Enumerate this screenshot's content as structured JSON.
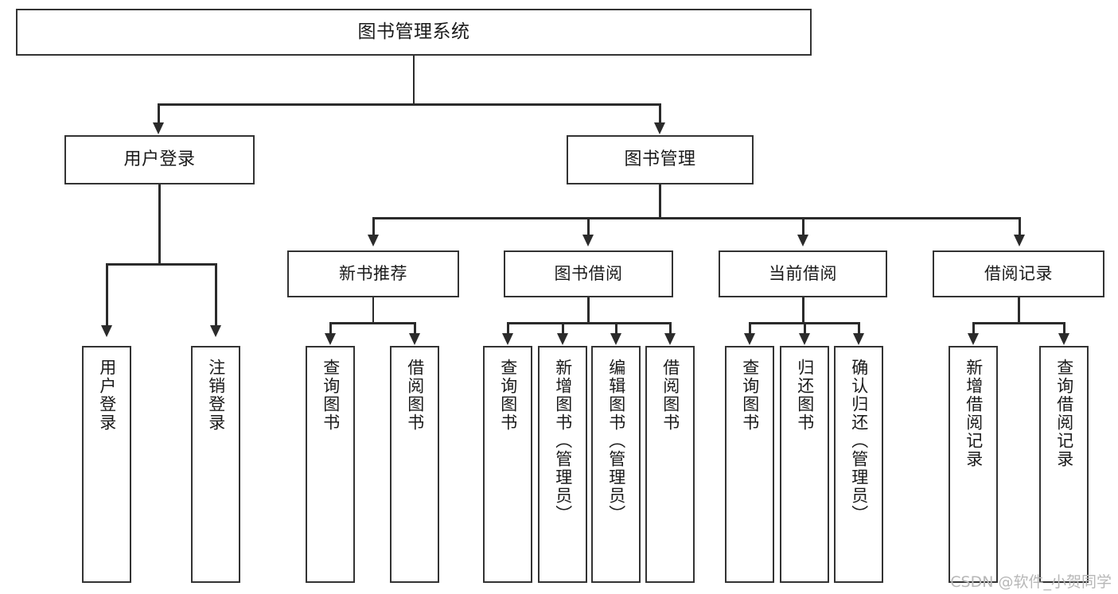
{
  "diagram": {
    "title": "图书管理系统",
    "type": "hierarchy-tree",
    "watermark": "CSDN @软件_小贺同学",
    "colors": {
      "box_border": "#333333",
      "box_fill": "#ffffff",
      "connector": "#2b2b2b",
      "text": "#1a1a1a",
      "watermark": "#b7b7b7"
    },
    "root": {
      "label": "图书管理系统"
    },
    "level2": [
      {
        "id": "user-login",
        "label": "用户登录"
      },
      {
        "id": "book-manage",
        "label": "图书管理"
      }
    ],
    "level3": [
      {
        "id": "new-book-recommend",
        "label": "新书推荐"
      },
      {
        "id": "book-borrow",
        "label": "图书借阅"
      },
      {
        "id": "current-borrow",
        "label": "当前借阅"
      },
      {
        "id": "borrow-record",
        "label": "借阅记录"
      }
    ],
    "leaves": [
      {
        "id": "leaf-user-login",
        "label": "用户登录",
        "group": "user-login"
      },
      {
        "id": "leaf-user-logout",
        "label": "注销登录",
        "group": "user-login"
      },
      {
        "id": "leaf-query-book-1",
        "label": "查询图书",
        "group": "new-book-recommend"
      },
      {
        "id": "leaf-borrow-book-1",
        "label": "借阅图书",
        "group": "new-book-recommend"
      },
      {
        "id": "leaf-query-book-2",
        "label": "查询图书",
        "group": "book-borrow"
      },
      {
        "id": "leaf-add-book",
        "label": "新增图书（管理员）",
        "group": "book-borrow"
      },
      {
        "id": "leaf-edit-book",
        "label": "编辑图书（管理员）",
        "group": "book-borrow"
      },
      {
        "id": "leaf-borrow-book-2",
        "label": "借阅图书",
        "group": "book-borrow"
      },
      {
        "id": "leaf-query-book-3",
        "label": "查询图书",
        "group": "current-borrow"
      },
      {
        "id": "leaf-return-book",
        "label": "归还图书",
        "group": "current-borrow"
      },
      {
        "id": "leaf-confirm-return",
        "label": "确认归还（管理员）",
        "group": "current-borrow"
      },
      {
        "id": "leaf-add-borrow-record",
        "label": "新增借阅记录",
        "group": "borrow-record"
      },
      {
        "id": "leaf-query-borrow-record",
        "label": "查询借阅记录",
        "group": "borrow-record"
      }
    ]
  }
}
